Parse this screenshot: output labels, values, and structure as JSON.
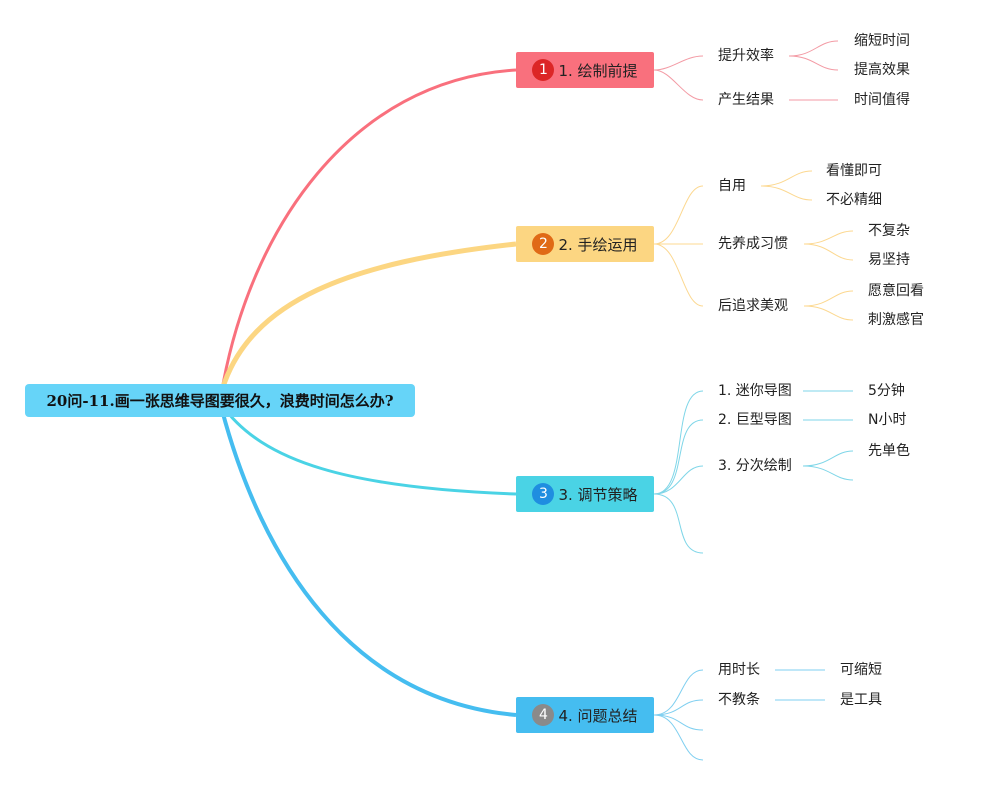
{
  "root": "20问-11.画一张思维导图要很久，浪费时间怎么办?",
  "colors": {
    "root": "#66d4f8",
    "b1": "#f9707d",
    "b2": "#fcd682",
    "b3": "#4ad3e5",
    "b4": "#45bdf0",
    "n1": "#dc2626",
    "n2": "#e06a16",
    "n3": "#1f8ee0",
    "n4": "#8a8a8a"
  },
  "branches": [
    {
      "num": "1",
      "label": "1. 绘制前提"
    },
    {
      "num": "2",
      "label": "2. 手绘运用"
    },
    {
      "num": "3",
      "label": "3. 调节策略"
    },
    {
      "num": "4",
      "label": "4. 问题总结"
    }
  ],
  "b1": {
    "c1": "提升效率",
    "c1a": "缩短时间",
    "c1b": "提高效果",
    "c2": "产生结果",
    "c2a": "时间值得"
  },
  "b2": {
    "c1": "自用",
    "c1a": "看懂即可",
    "c1b": "不必精细",
    "c2": "先养成习惯",
    "c2a": "不复杂",
    "c2b": "易坚持",
    "c3": "后追求美观",
    "c3a": "愿意回看",
    "c3b": "刺激感官"
  },
  "b3": {
    "c1": "1. 迷你导图",
    "c1a": "5分钟",
    "c2": "2. 巨型导图",
    "c2a": "N小时",
    "c3": "3. 分次绘制",
    "c3a": "先单色"
  },
  "b4": {
    "c1": "用时长",
    "c1a": "可缩短",
    "c2": "不教条",
    "c2a": "是工具"
  }
}
